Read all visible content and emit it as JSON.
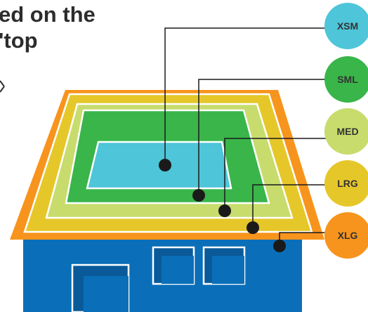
{
  "heading": {
    "line1": "ed on the",
    "line2": "'top"
  },
  "sizes": [
    {
      "label": "XSM",
      "color": "#4ec5d8",
      "ring_color": "#4ec5d8"
    },
    {
      "label": "SML",
      "color": "#39b54a",
      "ring_color": "#39b54a"
    },
    {
      "label": "MED",
      "color": "#c7dc6d",
      "ring_color": "#c7dc6d"
    },
    {
      "label": "LRG",
      "color": "#e6c72a",
      "ring_color": "#e6c72a"
    },
    {
      "label": "XLG",
      "color": "#f7941d",
      "ring_color": "#f7941d"
    }
  ],
  "colors": {
    "label_text": "#333333",
    "connector": "#1a1a1a",
    "house_wall": "#0a6fb8",
    "window_dark": "#0a5a9a",
    "outline": "#ffffff"
  }
}
